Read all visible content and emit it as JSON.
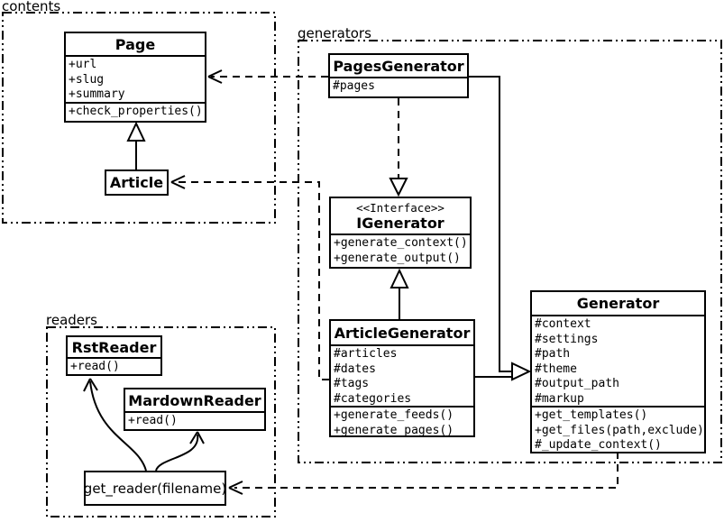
{
  "colors": {
    "stroke": "#000000",
    "background": "#ffffff"
  },
  "packages": {
    "contents": {
      "label": "contents"
    },
    "generators": {
      "label": "generators"
    },
    "readers": {
      "label": "readers"
    }
  },
  "classes": {
    "page": {
      "name": "Page",
      "attributes": [
        "+url",
        "+slug",
        "+summary"
      ],
      "methods": [
        "+check_properties()"
      ]
    },
    "article": {
      "name": "Article"
    },
    "pages_generator": {
      "name": "PagesGenerator",
      "attributes": [
        "#pages"
      ]
    },
    "igenerator": {
      "stereotype": "<<Interface>>",
      "name": "IGenerator",
      "methods": [
        "+generate_context()",
        "+generate_output()"
      ]
    },
    "article_generator": {
      "name": "ArticleGenerator",
      "attributes": [
        "#articles",
        "#dates",
        "#tags",
        "#categories"
      ],
      "methods": [
        "+generate_feeds()",
        "+generate_pages()"
      ]
    },
    "generator": {
      "name": "Generator",
      "attributes": [
        "#context",
        "#settings",
        "#path",
        "#theme",
        "#output_path",
        "#markup"
      ],
      "methods": [
        "+get_templates()",
        "+get_files(path,exclude)",
        "#_update_context()"
      ]
    },
    "rst_reader": {
      "name": "RstReader",
      "methods": [
        "+read()"
      ]
    },
    "mardown_reader": {
      "name": "MardownReader",
      "methods": [
        "+read()"
      ]
    },
    "get_reader": {
      "label": "get_reader(filename)"
    }
  }
}
